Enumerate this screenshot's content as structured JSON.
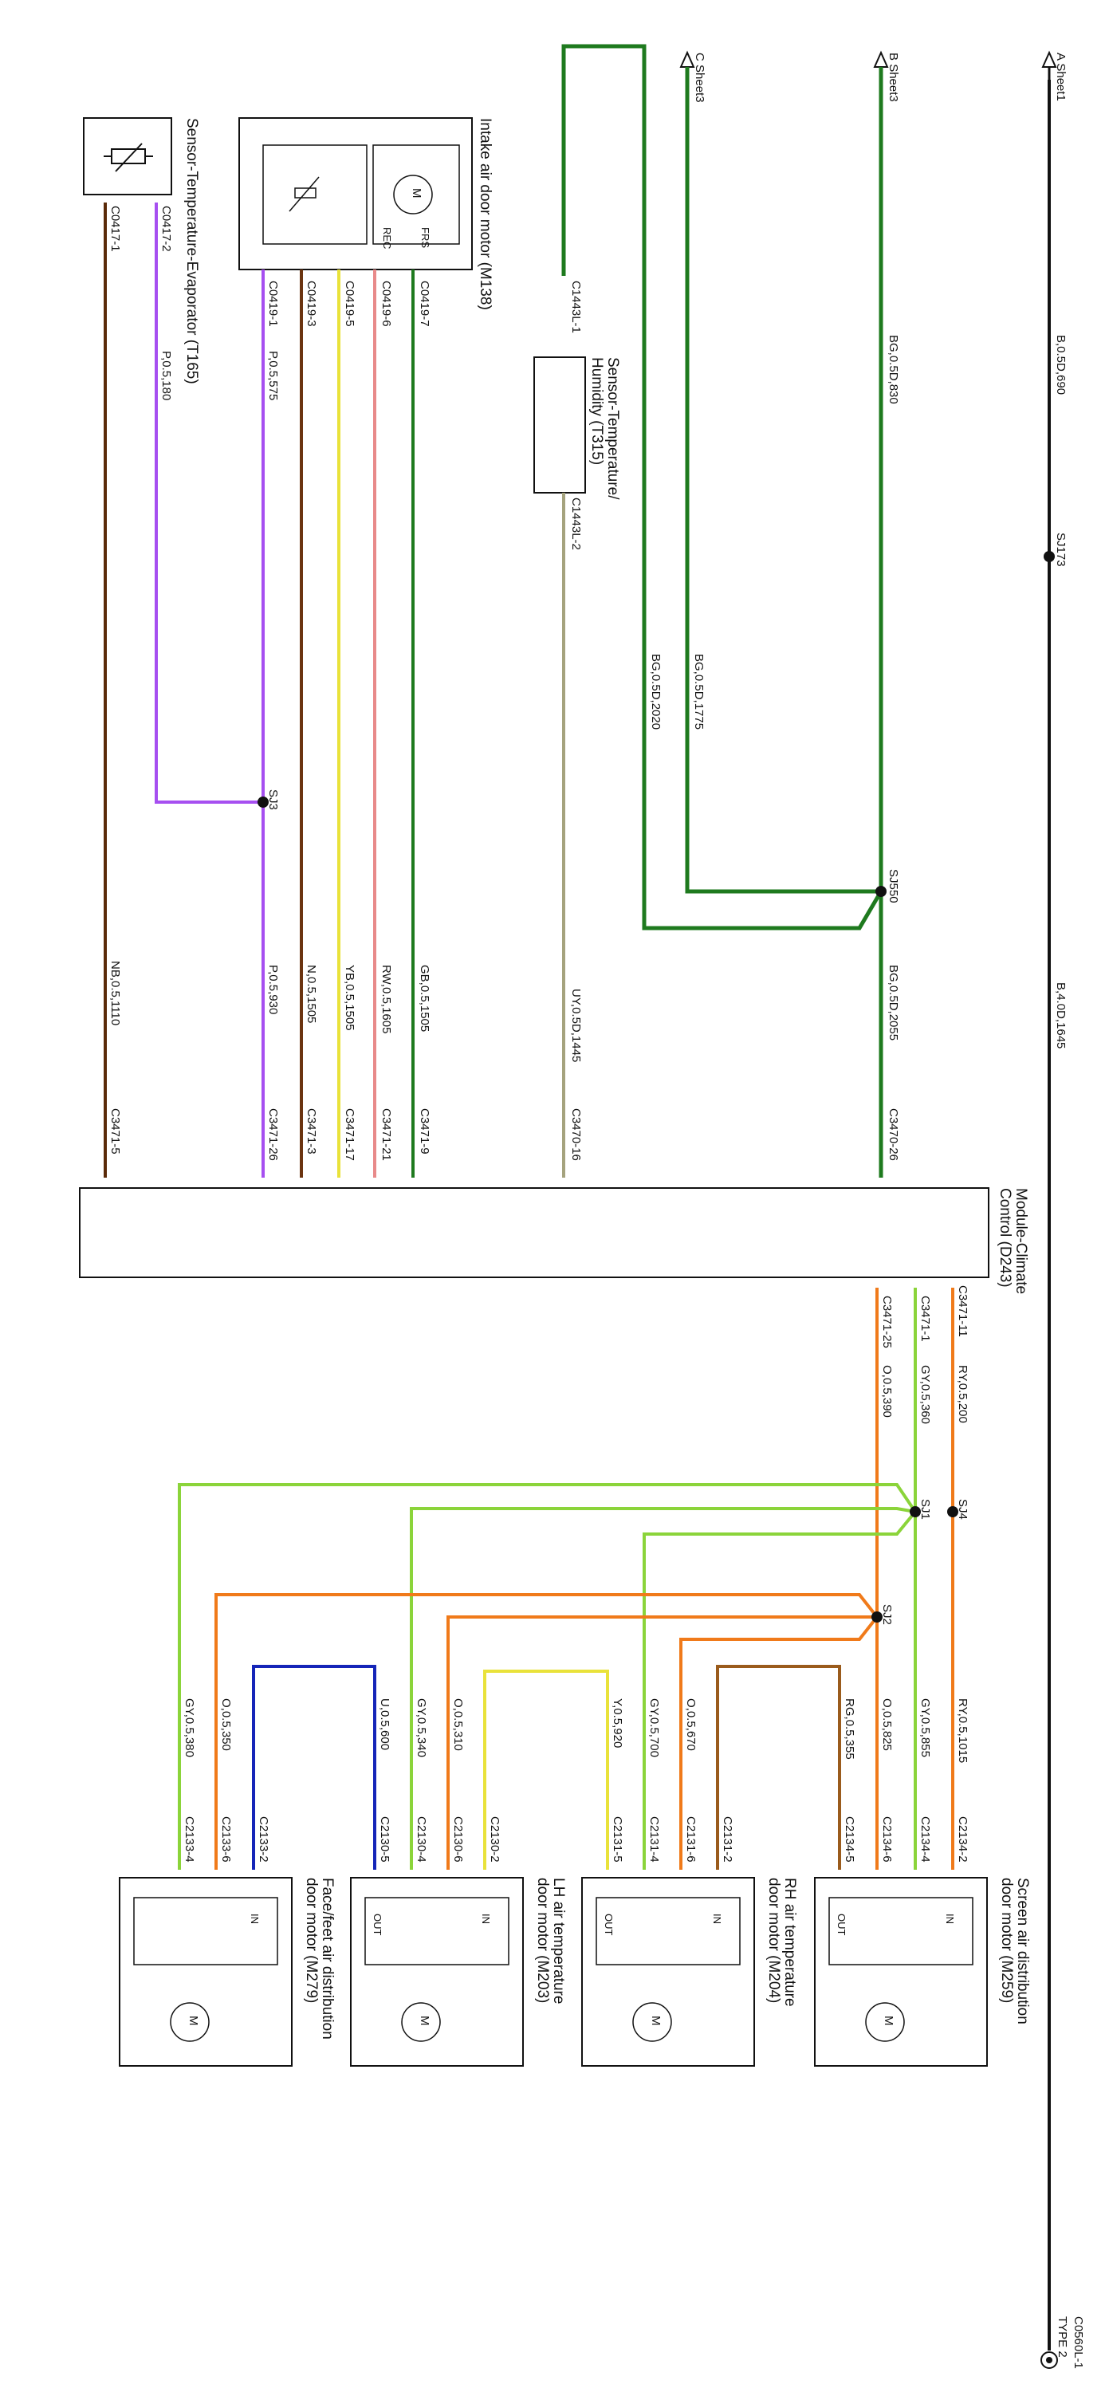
{
  "colors": {
    "ground": "#111111",
    "green": "#1e7a1e",
    "purple": "#a64ff0",
    "brown": "#6b3410",
    "pink": "#e88a8a",
    "yellow": "#e9e23a",
    "beige": "#a5a37e",
    "orange": "#f07a1a",
    "lightgreen": "#8bd43a",
    "blue": "#1525b8",
    "brown2": "#9a5b1c",
    "olive": "#c9c24a"
  },
  "sheets": {
    "a": "A",
    "a_sheet": "Sheet1",
    "b": "B",
    "b_sheet": "Sheet3",
    "c": "C",
    "c_sheet": "Sheet3"
  },
  "ground": {
    "label": "C0560L-1",
    "type": "TYPE 2",
    "wire_top": "B,0.5D,690",
    "wire_bottom": "B,4.0D,1645",
    "splice": "SJ173"
  },
  "components": {
    "evaporator": {
      "name": "Sensor-Temperature-Evaporator (T165)",
      "pin1": "C0417-1",
      "pin2": "C0417-2"
    },
    "intake": {
      "name": "Intake air door motor (M138)",
      "frs": "FRS",
      "rec": "REC",
      "motor": "M",
      "pins": [
        "C0419-1",
        "C0419-3",
        "C0419-5",
        "C0419-6",
        "C0419-7"
      ]
    },
    "humidity": {
      "name_line1": "Sensor-Temperature/",
      "name_line2": "Humidity (T315)",
      "pin1": "C1443L-1",
      "pin2": "C1443L-2"
    },
    "module": {
      "name_line1": "Module-Climate",
      "name_line2": "Control (D243)"
    },
    "screen": {
      "name_line1": "Screen air distribution",
      "name_line2": "door motor (M259)",
      "motor": "M",
      "in": "IN",
      "out": "OUT",
      "pins": [
        "C2134-2",
        "C2134-4",
        "C2134-6",
        "C2134-5"
      ]
    },
    "rh": {
      "name_line1": "RH air temperature",
      "name_line2": "door motor (M204)",
      "motor": "M",
      "in": "IN",
      "out": "OUT",
      "pins": [
        "C2131-2",
        "C2131-6",
        "C2131-4",
        "C2131-5"
      ]
    },
    "lh": {
      "name_line1": "LH air temperature",
      "name_line2": "door motor (M203)",
      "motor": "M",
      "in": "IN",
      "out": "OUT",
      "pins": [
        "C2130-2",
        "C2130-6",
        "C2130-4",
        "C2130-5"
      ]
    },
    "face": {
      "name_line1": "Face/feet air distribution",
      "name_line2": "door motor (M279)",
      "motor": "M",
      "in": "IN",
      "pins": [
        "C2133-2",
        "C2133-6",
        "C2133-4"
      ]
    }
  },
  "wires": {
    "bg830": "BG,0.5D,830",
    "bg1775": "BG,0.5D,1775",
    "bg2020": "BG,0.5D,2020",
    "bg2055": "BG,0.5D,2055",
    "sj550": "SJ550",
    "c3470_26": "C3470-26",
    "uy1445": "UY,0.5D,1445",
    "c3470_16": "C3470-16",
    "p180": "P,0.5,180",
    "p575": "P,0.5,575",
    "sj3": "SJ3",
    "p930": "P,0.5,930",
    "c3471_26": "C3471-26",
    "nb1110": "NB,0.5,1110",
    "c3471_5": "C3471-5",
    "n1505": "N,0.5,1505",
    "c3471_3": "C3471-3",
    "yb1505": "YB,0.5,1505",
    "c3471_17": "C3471-17",
    "rw1605": "RW,0.5,1605",
    "c3471_21": "C3471-21",
    "gb1505": "GB,0.5,1505",
    "c3471_9": "C3471-9",
    "c3471_11": "C3471-11",
    "c3471_1": "C3471-1",
    "c3471_25": "C3471-25",
    "ry200": "RY,0.5,200",
    "gy360": "GY,0.5,360",
    "o390": "O,0.5,390",
    "sj4": "SJ4",
    "sj1": "SJ1",
    "sj2": "SJ2",
    "ry1015": "RY,0.5,1015",
    "gy855": "GY,0.5,855",
    "o825": "O,0.5,825",
    "rg355": "RG,0.5,355",
    "o670": "O,0.5,670",
    "gy700": "GY,0.5,700",
    "y920": "Y,0.5,920",
    "o310": "O,0.5,310",
    "gy340": "GY,0.5,340",
    "u600": "U,0.5,600",
    "o350": "O,0.5,350",
    "gy380": "GY,0.5,380"
  }
}
